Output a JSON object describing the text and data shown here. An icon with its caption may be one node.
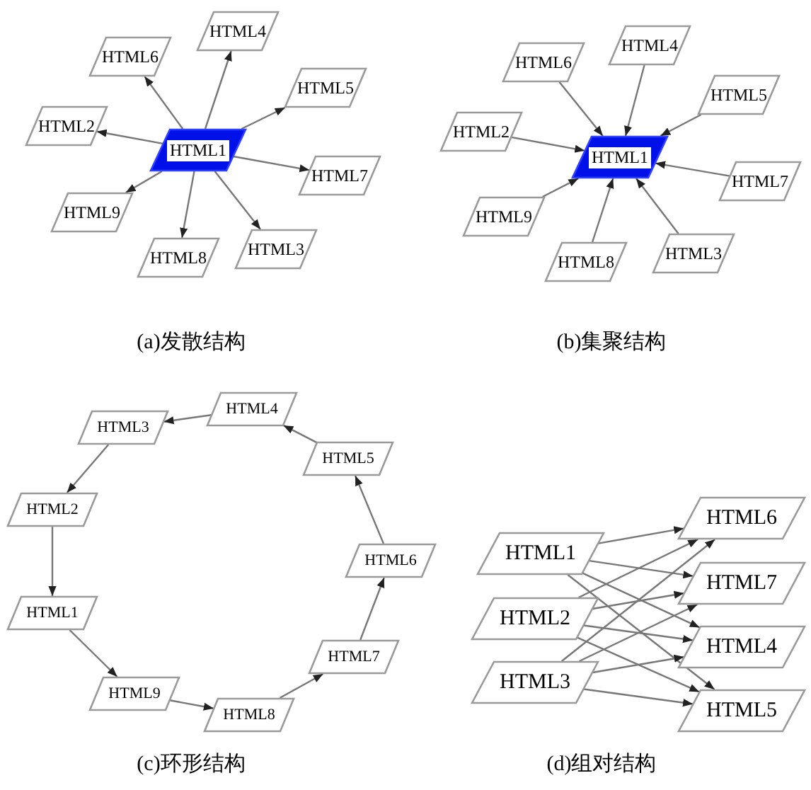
{
  "diagram": {
    "nodes": [
      {
        "text": [
          "HTML4"
        ]
      },
      {
        "text": [
          "HTML6"
        ]
      },
      {
        "text": [
          "HTML5"
        ]
      },
      {
        "text": [
          "HTML2"
        ]
      },
      {
        "text": [
          "HTML1"
        ]
      },
      {
        "text": [
          "HTML7"
        ]
      },
      {
        "text": [
          "HTML9"
        ]
      },
      {
        "text": [
          "HTML3"
        ]
      },
      {
        "text": [
          "HTML8"
        ]
      },
      {
        "text": [
          "HTML4"
        ]
      },
      {
        "text": [
          "HTML6"
        ]
      },
      {
        "text": [
          "HTML5"
        ]
      },
      {
        "text": [
          "HTML2"
        ]
      },
      {
        "text": [
          "HTML1"
        ]
      },
      {
        "text": [
          "HTML7"
        ]
      },
      {
        "text": [
          "HTML9"
        ]
      },
      {
        "text": [
          "HTML3"
        ]
      },
      {
        "text": [
          "HTML8"
        ]
      },
      {
        "text": [
          "HTML4"
        ]
      },
      {
        "text": [
          "HTML3"
        ]
      },
      {
        "text": [
          "HTML5"
        ]
      },
      {
        "text": [
          "HTML2"
        ]
      },
      {
        "text": [
          "HTML6"
        ]
      },
      {
        "text": [
          "HTML1"
        ]
      },
      {
        "text": [
          "HTML7"
        ]
      },
      {
        "text": [
          "HTML9"
        ]
      },
      {
        "text": [
          "HTML8"
        ]
      },
      {
        "text": [
          "HTML6"
        ]
      },
      {
        "text": [
          "HTML1"
        ]
      },
      {
        "text": [
          "HTML7"
        ]
      },
      {
        "text": [
          "HTML2"
        ]
      },
      {
        "text": [
          "HTML4"
        ]
      },
      {
        "text": [
          "HTML3"
        ]
      },
      {
        "text": [
          "HTML5"
        ]
      }
    ],
    "edges": [
      {
        "from": 4,
        "to": 0,
        "arrow": "to"
      },
      {
        "from": 4,
        "to": 1,
        "arrow": "to"
      },
      {
        "from": 4,
        "to": 2,
        "arrow": "to"
      },
      {
        "from": 4,
        "to": 3,
        "arrow": "to"
      },
      {
        "from": 4,
        "to": 5,
        "arrow": "to"
      },
      {
        "from": 4,
        "to": 6,
        "arrow": "to"
      },
      {
        "from": 4,
        "to": 7,
        "arrow": "to"
      },
      {
        "from": 4,
        "to": 8,
        "arrow": "to"
      },
      {
        "from": 9,
        "to": 13,
        "arrow": "to"
      },
      {
        "from": 10,
        "to": 13,
        "arrow": "to"
      },
      {
        "from": 11,
        "to": 13,
        "arrow": "to"
      },
      {
        "from": 12,
        "to": 13,
        "arrow": "to"
      },
      {
        "from": 14,
        "to": 13,
        "arrow": "to"
      },
      {
        "from": 15,
        "to": 13,
        "arrow": "to"
      },
      {
        "from": 16,
        "to": 13,
        "arrow": "to"
      },
      {
        "from": 17,
        "to": 13,
        "arrow": "to"
      },
      {
        "from": 20,
        "to": 18,
        "arrow": "to"
      },
      {
        "from": 18,
        "to": 19,
        "arrow": "to"
      },
      {
        "from": 19,
        "to": 21,
        "arrow": "to"
      },
      {
        "from": 21,
        "to": 23,
        "arrow": "to"
      },
      {
        "from": 23,
        "to": 25,
        "arrow": "to"
      },
      {
        "from": 25,
        "to": 26,
        "arrow": "to"
      },
      {
        "from": 26,
        "to": 24,
        "arrow": "to"
      },
      {
        "from": 24,
        "to": 22,
        "arrow": "to"
      },
      {
        "from": 22,
        "to": 20,
        "arrow": "to"
      },
      {
        "from": 28,
        "to": 27,
        "arrow": "to"
      },
      {
        "from": 28,
        "to": 29,
        "arrow": "to"
      },
      {
        "from": 28,
        "to": 31,
        "arrow": "to"
      },
      {
        "from": 28,
        "to": 33,
        "arrow": "to"
      },
      {
        "from": 30,
        "to": 27,
        "arrow": "to"
      },
      {
        "from": 30,
        "to": 29,
        "arrow": "to"
      },
      {
        "from": 30,
        "to": 31,
        "arrow": "to"
      },
      {
        "from": 30,
        "to": 33,
        "arrow": "to"
      },
      {
        "from": 32,
        "to": 27,
        "arrow": "to"
      },
      {
        "from": 32,
        "to": 29,
        "arrow": "to"
      },
      {
        "from": 32,
        "to": 31,
        "arrow": "to"
      },
      {
        "from": 32,
        "to": 33,
        "arrow": "to"
      }
    ],
    "labels": [
      "(a)发散结构",
      "(b)集聚结构",
      "(c)环形结构",
      "(d)组对结构"
    ]
  }
}
